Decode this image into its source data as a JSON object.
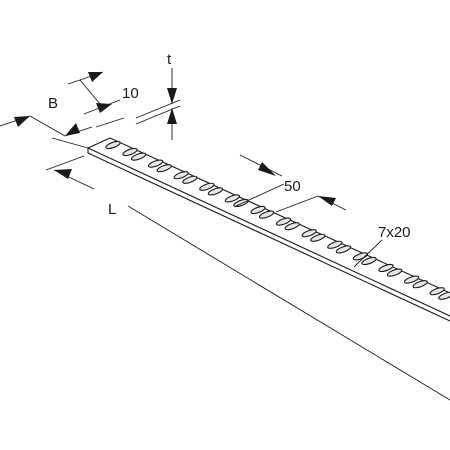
{
  "dimensions": {
    "width_label": "B",
    "hole_offset_label": "10",
    "thickness_label": "t",
    "length_label": "L",
    "hole_pitch_label": "50",
    "slot_size_label": "7x20"
  },
  "slots": {
    "rows": 2,
    "per_row": 14
  }
}
